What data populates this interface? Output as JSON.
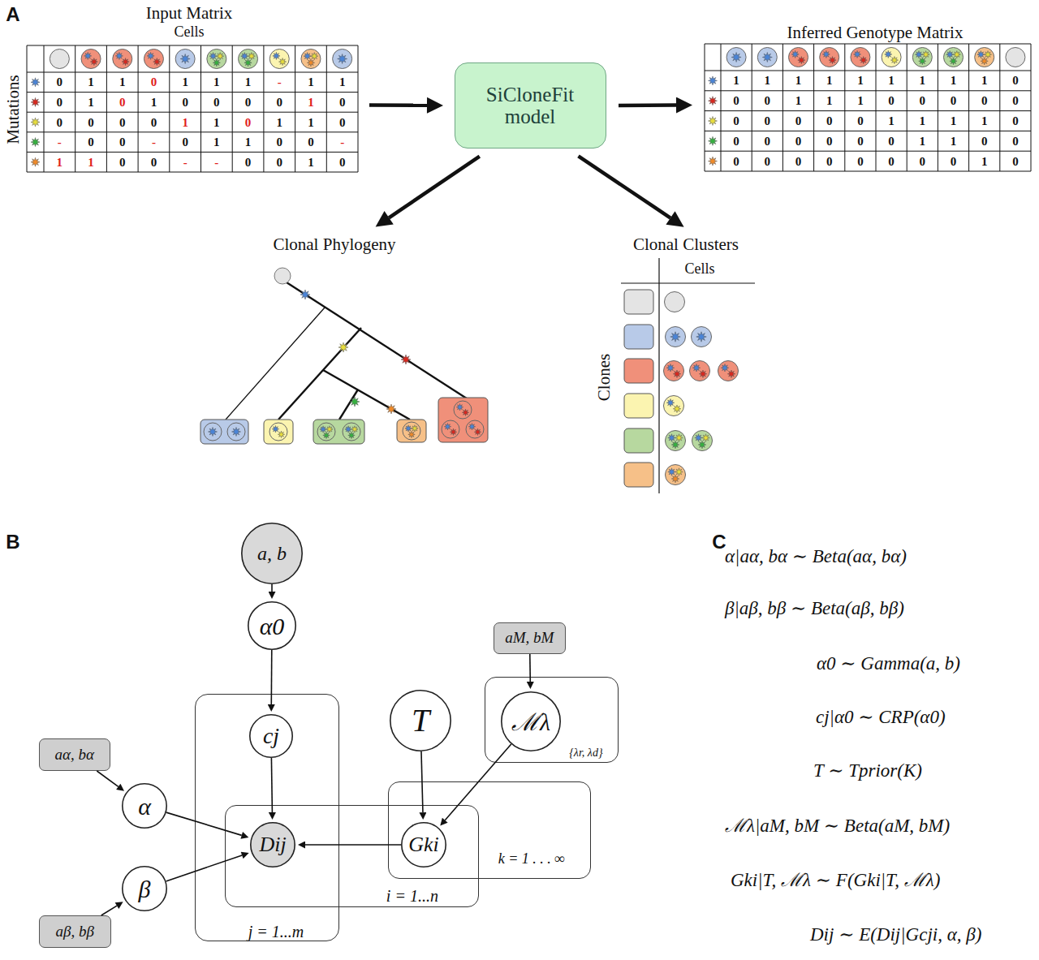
{
  "diagram": {
    "nodes": [
      {
        "text": [
          "Input Matrix"
        ]
      },
      {
        "text": [
          "SiCloneFit model"
        ]
      },
      {
        "text": [
          "Inferred Genotype Matrix"
        ]
      },
      {
        "text": [
          "Clonal Phylogeny"
        ]
      },
      {
        "text": [
          "Clonal Clusters"
        ]
      },
      {
        "text": [
          "a, b"
        ]
      },
      {
        "text": [
          "α0"
        ]
      },
      {
        "text": [
          "aM, bM"
        ]
      },
      {
        "text": [
          "{λr, λd}"
        ]
      },
      {
        "text": [
          "ℳλ"
        ],
        "in": 8
      },
      {
        "text": [
          "j = 1...m"
        ]
      },
      {
        "text": [
          "cj"
        ],
        "in": 10
      },
      {
        "text": [
          "T"
        ]
      },
      {
        "text": [
          "aα, bα"
        ]
      },
      {
        "text": [
          "α"
        ]
      },
      {
        "text": [
          "k = 1 . . . ∞"
        ]
      },
      {
        "text": [
          "i = 1...n"
        ]
      },
      {
        "text": [
          "Dij"
        ],
        "in": 16
      },
      {
        "text": [
          "Gki"
        ],
        "in": 15
      },
      {
        "text": [
          "β"
        ]
      },
      {
        "text": [
          "aβ, bβ"
        ]
      }
    ],
    "edges": [
      {
        "from": 0,
        "to": 1,
        "arrow": "to"
      },
      {
        "from": 1,
        "to": 2,
        "arrow": "to"
      },
      {
        "from": 1,
        "to": 3,
        "arrow": "to"
      },
      {
        "from": 1,
        "to": 4,
        "arrow": "to"
      },
      {
        "from": 5,
        "to": 6,
        "arrow": "to"
      },
      {
        "from": 6,
        "to": 11,
        "arrow": "to"
      },
      {
        "from": 11,
        "to": 17,
        "arrow": "to"
      },
      {
        "from": 7,
        "to": 9,
        "arrow": "to"
      },
      {
        "from": 9,
        "to": 18,
        "arrow": "to"
      },
      {
        "from": 12,
        "to": 18,
        "arrow": "to"
      },
      {
        "from": 18,
        "to": 17,
        "arrow": "to"
      },
      {
        "from": 13,
        "to": 14,
        "arrow": "to"
      },
      {
        "from": 14,
        "to": 17,
        "arrow": "to"
      },
      {
        "from": 20,
        "to": 19,
        "arrow": "to"
      },
      {
        "from": 19,
        "to": 17,
        "arrow": "to"
      }
    ],
    "labels": [
      "A",
      "Cells",
      "Mutations",
      "0",
      "1",
      "1",
      "0",
      "1",
      "1",
      "1",
      "-",
      "1",
      "1",
      "0",
      "1",
      "0",
      "1",
      "0",
      "0",
      "0",
      "0",
      "1",
      "0",
      "0",
      "0",
      "0",
      "0",
      "1",
      "1",
      "0",
      "1",
      "1",
      "0",
      "-",
      "0",
      "0",
      "-",
      "0",
      "1",
      "1",
      "0",
      "0",
      "-",
      "1",
      "1",
      "0",
      "0",
      "-",
      "-",
      "0",
      "0",
      "1",
      "0",
      "1",
      "1",
      "1",
      "1",
      "1",
      "1",
      "1",
      "1",
      "1",
      "0",
      "0",
      "0",
      "1",
      "1",
      "1",
      "0",
      "0",
      "0",
      "0",
      "0",
      "0",
      "0",
      "0",
      "0",
      "0",
      "1",
      "1",
      "1",
      "1",
      "0",
      "0",
      "0",
      "0",
      "0",
      "0",
      "0",
      "1",
      "1",
      "0",
      "0",
      "0",
      "0",
      "0",
      "0",
      "0",
      "0",
      "0",
      "0",
      "1",
      "0",
      "Cells",
      "Clones",
      "B",
      "C",
      "α|aα, bα ∼ Beta(aα, bα)",
      "β|aβ, bβ ∼ Beta(aβ, bβ)",
      "α0 ∼ Gamma(a, b)",
      "cj|α0 ∼ CRP(α0)",
      "T ∼ Tprior(K)",
      "ℳλ|aM, bM ∼ Beta(aM, bM)",
      "Gki|T, ℳλ ∼ F(Gki|T, ℳλ)",
      "Dij ∼ E(Dij|Gcji, α, β)"
    ]
  }
}
